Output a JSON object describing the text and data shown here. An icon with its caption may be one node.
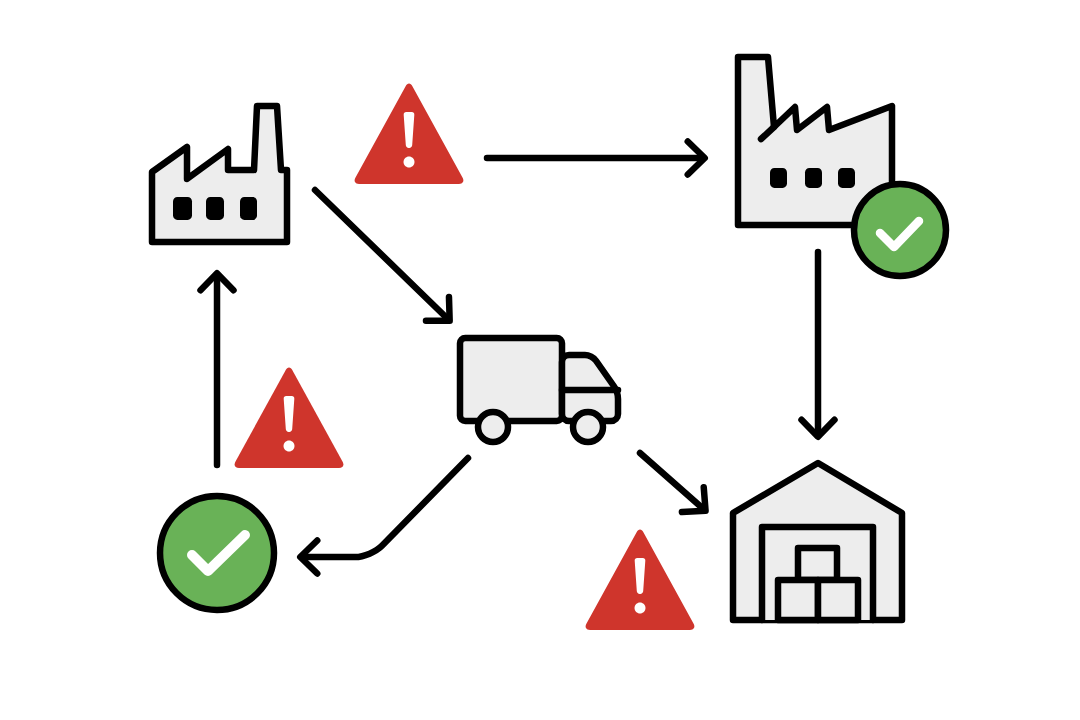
{
  "diagram": {
    "nodes": [
      {
        "text": [],
        "shape": "picture"
      },
      {
        "text": [],
        "shape": "triangle"
      },
      {
        "text": [],
        "shape": "picture"
      },
      {
        "text": [],
        "shape": "picture"
      },
      {
        "text": [],
        "shape": "circle"
      },
      {
        "text": [],
        "shape": "picture"
      }
    ],
    "edges": [
      {
        "from": 1,
        "to": 2,
        "arrow": "to"
      },
      {
        "from": 0,
        "to": 3,
        "arrow": "to"
      },
      {
        "from": 2,
        "to": 5,
        "arrow": "to"
      },
      {
        "from": 3,
        "to": 5,
        "arrow": "to"
      },
      {
        "from": 3,
        "to": 4,
        "arrow": "to"
      },
      {
        "from": 4,
        "to": 0,
        "arrow": "to"
      }
    ]
  }
}
